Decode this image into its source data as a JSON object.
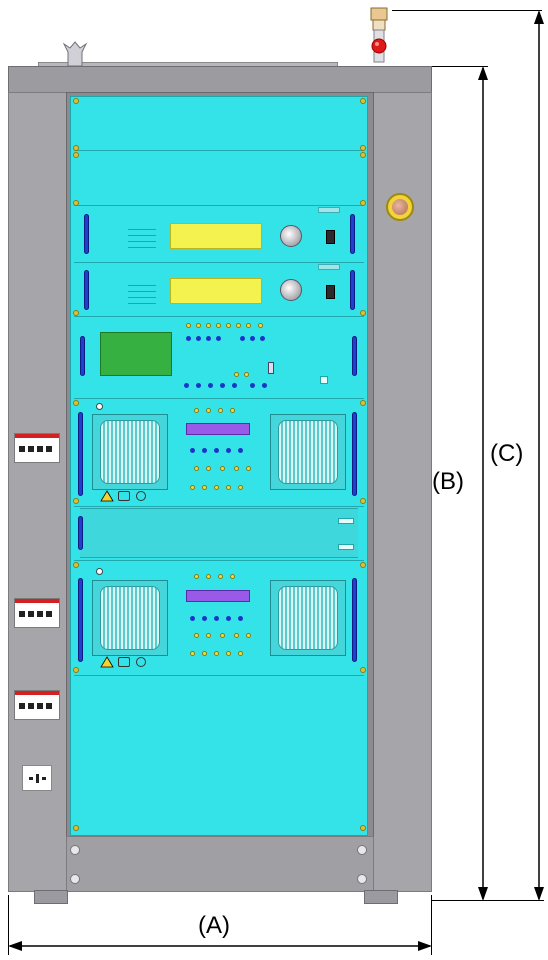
{
  "dimensions": {
    "width_label": "(A)",
    "panel_height_label": "(B)",
    "total_height_label": "(C)"
  },
  "colors": {
    "panel": "#33e3e8",
    "cabinet": "#a6a6aa",
    "display_yellow": "#f4f24e",
    "display_green": "#36b040",
    "display_violet": "#9a5ae8",
    "handles": "#1f3fd0",
    "breaker_red": "#d42020"
  },
  "components": {
    "top_beacon": "signal-beacon-icon",
    "top_connector": "antenna-connector-icon",
    "emergency_stop": "emergency-stop-icon",
    "circuit_breakers": 3,
    "mains_socket": "power-socket-icon",
    "exciter_units": 2,
    "control_unit": 1,
    "amplifier_modules": 2,
    "fan_grilles_per_amplifier": 2
  }
}
